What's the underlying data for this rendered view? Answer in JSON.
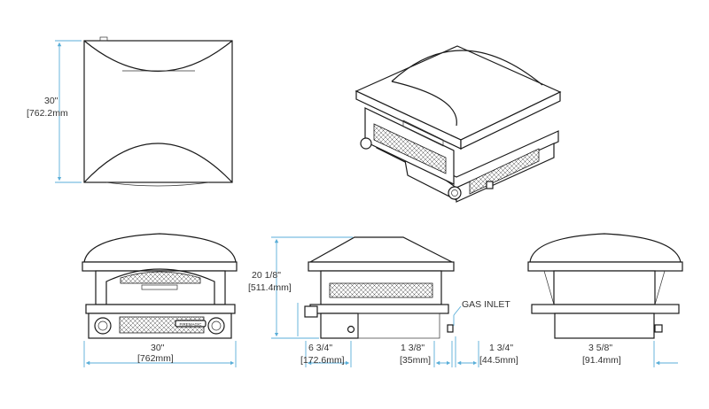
{
  "labels": {
    "top_height_in": "30\"",
    "top_height_mm": "[762.2mm",
    "front_width_in": "30\"",
    "front_width_mm": "[762mm]",
    "side_height_in": "20 1/8\"",
    "side_height_mm": "[511.4mm]",
    "side_depth_in": "6 3/4\"",
    "side_depth_mm": "[172.6mm]",
    "side_inlet_in": "1 3/8\"",
    "side_inlet_mm": "[35mm]",
    "side_inlet2_in": "1 3/4\"",
    "side_inlet2_mm": "[44.5mm]",
    "gas_inlet": "GAS INLET",
    "rear_in": "3 5/8\"",
    "rear_mm": "[91.4mm]",
    "brand_badge": "FIREMAGIC"
  },
  "colors": {
    "line": "#1a1a1a",
    "dimension": "#5aaed8",
    "text": "#333333"
  }
}
